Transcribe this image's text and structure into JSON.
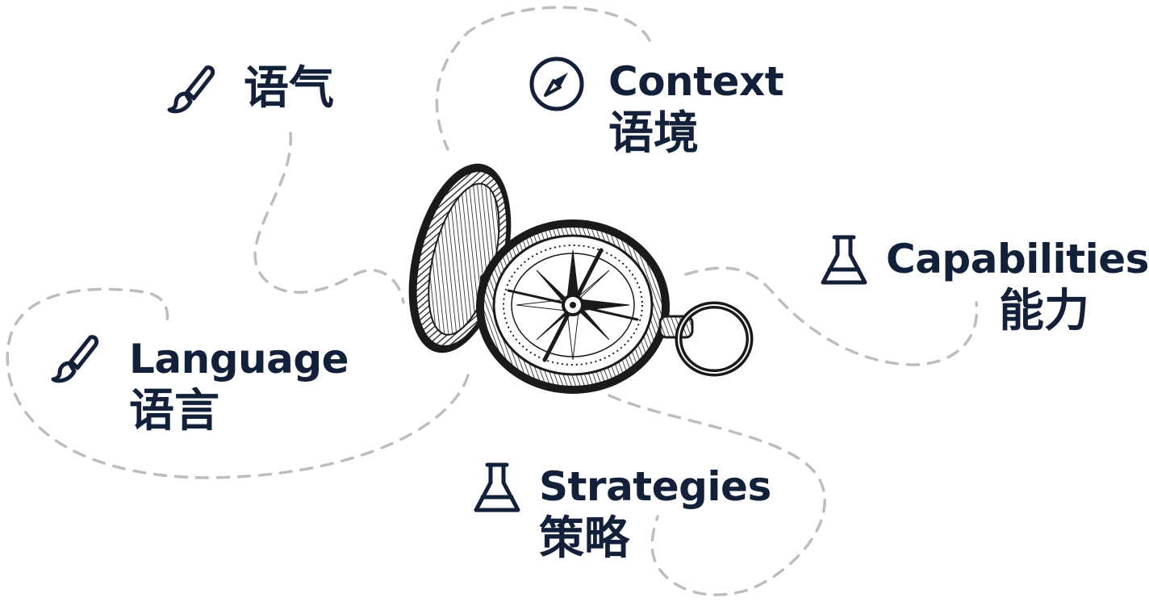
{
  "labels": {
    "tone": {
      "en": "",
      "zh": "语气",
      "icon": "brush-icon"
    },
    "context": {
      "en": "Context",
      "zh": "语境",
      "icon": "compass-icon"
    },
    "capabilities": {
      "en": "Capabilities",
      "zh": "能力",
      "icon": "flask-icon"
    },
    "language": {
      "en": "Language",
      "zh": "语言",
      "icon": "brush-icon"
    },
    "strategies": {
      "en": "Strategies",
      "zh": "策略",
      "icon": "flask-icon"
    }
  },
  "center_image": "pocket-compass-illustration",
  "colors": {
    "text": "#13203a",
    "dash": "#bdbdbd",
    "ink": "#1a1a1a"
  }
}
